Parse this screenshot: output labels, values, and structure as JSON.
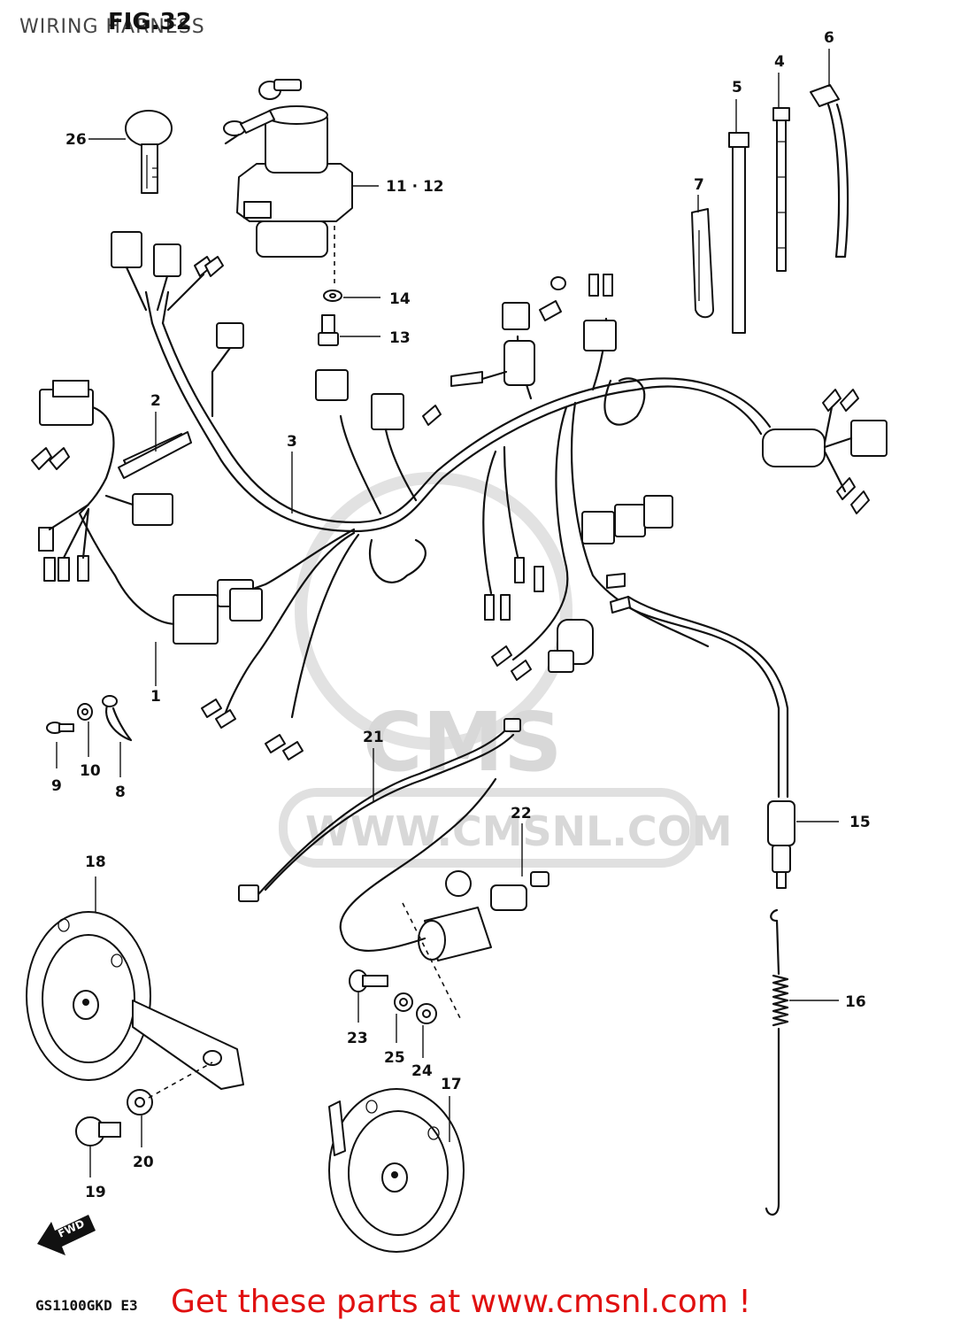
{
  "header": {
    "title": "WIRING HARNESS",
    "figure_label": "FIG.32"
  },
  "callouts": {
    "c1": "1",
    "c2": "2",
    "c3": "3",
    "c4": "4",
    "c5": "5",
    "c6": "6",
    "c7": "7",
    "c8": "8",
    "c9": "9",
    "c10": "10",
    "c11_12": "11 · 12",
    "c13": "13",
    "c14": "14",
    "c15": "15",
    "c16": "16",
    "c17": "17",
    "c18": "18",
    "c19": "19",
    "c20": "20",
    "c21": "21",
    "c22": "22",
    "c23": "23",
    "c24": "24",
    "c25": "25",
    "c26": "26"
  },
  "watermark": {
    "logo": "CMS",
    "url": "WWW.CMSNL.COM"
  },
  "fwd_label": "FWD",
  "footer": {
    "model_code": "GS1100GKD E3",
    "promo": "Get these parts at www.cmsnl.com !",
    "promo_color": "#e01010"
  }
}
